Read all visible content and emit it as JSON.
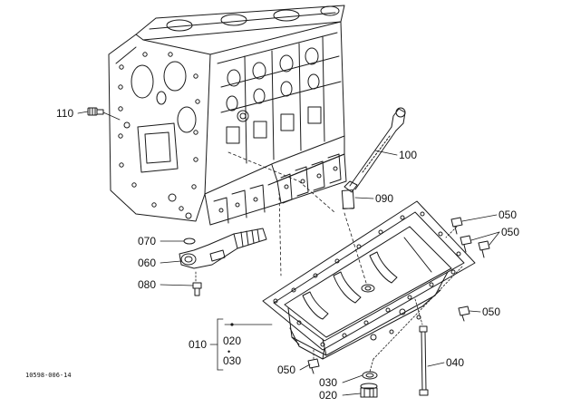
{
  "diagram": {
    "labels": {
      "p110": "110",
      "p100": "100",
      "p090": "090",
      "p070": "070",
      "p060": "060",
      "p080": "080",
      "p050a": "050",
      "p050b": "050",
      "p050c": "050",
      "p050d": "050",
      "p010": "010",
      "p020a": "020",
      "p030a": "030",
      "p030b": "030",
      "p020b": "020",
      "p040": "040"
    },
    "figure_code": "10598-006-14"
  }
}
